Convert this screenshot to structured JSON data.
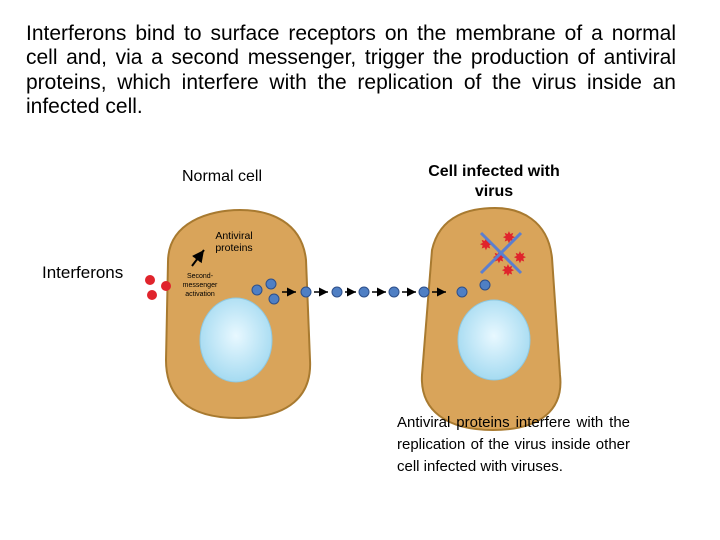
{
  "intro_text": "Interferons bind to surface receptors on the membrane of a normal cell and, via a second messenger, trigger the production of antiviral proteins, which interfere with the replication of the virus inside an infected cell.",
  "labels": {
    "normal_cell": "Normal cell",
    "infected_cell": "Cell infected with virus",
    "interferons": "Interferons",
    "antiviral_proteins": "Antiviral proteins",
    "second_messenger": "Second-messenger activation"
  },
  "caption": "Antiviral proteins interfere with the replication of the virus inside other cell infected with viruses.",
  "colors": {
    "cell_fill": "#d9a45a",
    "cell_border": "#a87a30",
    "nucleus": "#b9e6f7",
    "interferon_dot": "#e0242c",
    "protein_dot": "#4f7fc4",
    "cross": "#5b7fd0"
  }
}
